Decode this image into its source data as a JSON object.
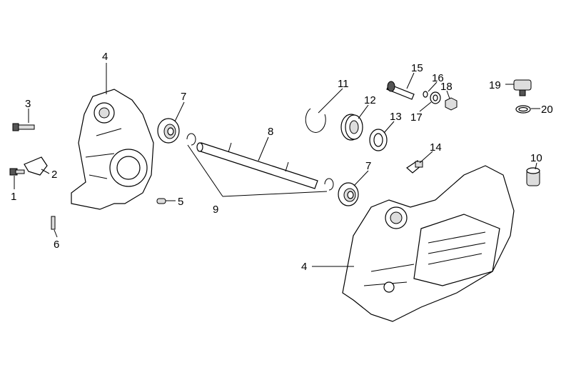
{
  "diagram": {
    "title": "Crankcase exploded view",
    "callouts": {
      "c1": "1",
      "c2": "2",
      "c3": "3",
      "c4a": "4",
      "c4b": "4",
      "c5": "5",
      "c6": "6",
      "c7a": "7",
      "c7b": "7",
      "c8": "8",
      "c9": "9",
      "c10": "10",
      "c11": "11",
      "c12": "12",
      "c13": "13",
      "c14": "14",
      "c15": "15",
      "c16": "16",
      "c17": "17",
      "c18": "18",
      "c19": "19",
      "c20": "20"
    }
  }
}
